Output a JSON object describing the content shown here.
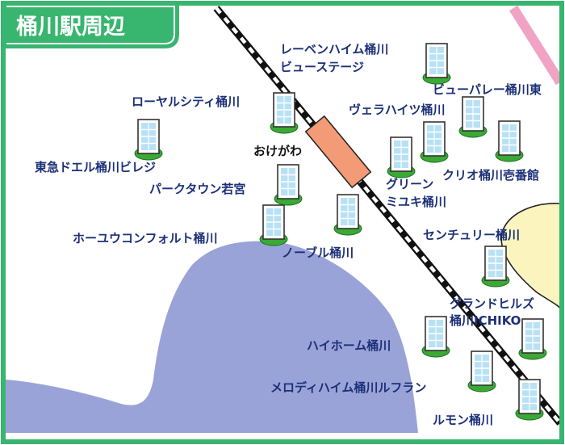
{
  "title": "桶川駅周辺",
  "station": {
    "label": "おけがわ"
  },
  "colors": {
    "frame": "#38b56f",
    "lake": "#9aa3d8",
    "park": "#fbf4bf",
    "pink_road": "#f1a3c4",
    "station": "#f39a76",
    "text": "#1c3078",
    "building": "#b8e1f5",
    "building_base": "#3aaa35"
  },
  "icons": {
    "building": "building-icon",
    "station": "station-icon",
    "railway": "railway-line"
  },
  "buildings": [
    {
      "id": "leben",
      "lines": [
        "レーベンハイム桶川",
        "ビューステージ"
      ]
    },
    {
      "id": "view-palais",
      "lines": [
        "ビューパレー桶川東"
      ]
    },
    {
      "id": "royal-city",
      "lines": [
        "ローヤルシティ桶川"
      ]
    },
    {
      "id": "vera-heights",
      "lines": [
        "ヴェラハイツ桶川"
      ]
    },
    {
      "id": "tokyu",
      "lines": [
        "東急ドエル桶川ビレジ"
      ]
    },
    {
      "id": "green-miyuki",
      "lines": [
        "グリーン",
        "ミユキ桶川"
      ]
    },
    {
      "id": "clio",
      "lines": [
        "クリオ桶川壱番館"
      ]
    },
    {
      "id": "park-town",
      "lines": [
        "パークタウン若宮"
      ]
    },
    {
      "id": "ho-yu",
      "lines": [
        "ホーユウコンフォルト桶川"
      ]
    },
    {
      "id": "noble",
      "lines": [
        "ノーブル桶川"
      ]
    },
    {
      "id": "century",
      "lines": [
        "センチュリー桶川"
      ]
    },
    {
      "id": "grand-hills",
      "lines": [
        "グランドヒルズ",
        "桶川ICHIKO"
      ]
    },
    {
      "id": "hi-home",
      "lines": [
        "ハイホーム桶川"
      ]
    },
    {
      "id": "melody",
      "lines": [
        "メロディハイム桶川ルフラン"
      ]
    },
    {
      "id": "lumon",
      "lines": [
        "ルモン桶川"
      ]
    }
  ]
}
